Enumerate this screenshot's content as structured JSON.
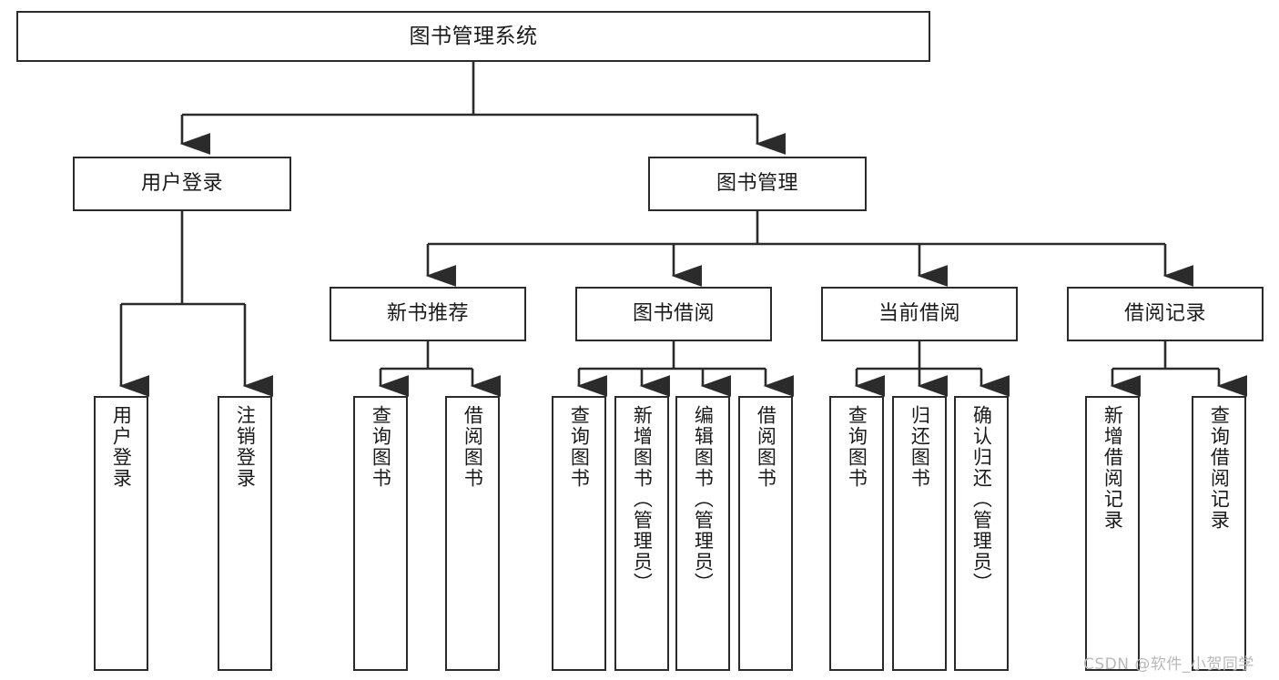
{
  "diagram": {
    "type": "hierarchy-tree",
    "title": "图书管理系统",
    "stroke_color": "#2b2b2b",
    "background_color": "#ffffff",
    "watermark": "CSDN @软件_小贺同学",
    "root": {
      "label": "图书管理系统"
    },
    "level2": [
      {
        "label": "用户登录"
      },
      {
        "label": "图书管理"
      }
    ],
    "level3": [
      {
        "label": "新书推荐"
      },
      {
        "label": "图书借阅"
      },
      {
        "label": "当前借阅"
      },
      {
        "label": "借阅记录"
      }
    ],
    "leaves": {
      "user_login": [
        {
          "label": "用户登录"
        },
        {
          "label": "注销登录"
        }
      ],
      "new_book_recommend": [
        {
          "label": "查询图书"
        },
        {
          "label": "借阅图书"
        }
      ],
      "book_borrow": [
        {
          "label": "查询图书"
        },
        {
          "label": "新增图书（管理员）"
        },
        {
          "label": "编辑图书（管理员）"
        },
        {
          "label": "借阅图书"
        }
      ],
      "current_borrow": [
        {
          "label": "查询图书"
        },
        {
          "label": "归还图书"
        },
        {
          "label": "确认归还（管理员）"
        }
      ],
      "borrow_record": [
        {
          "label": "新增借阅记录"
        },
        {
          "label": "查询借阅记录"
        }
      ]
    }
  }
}
